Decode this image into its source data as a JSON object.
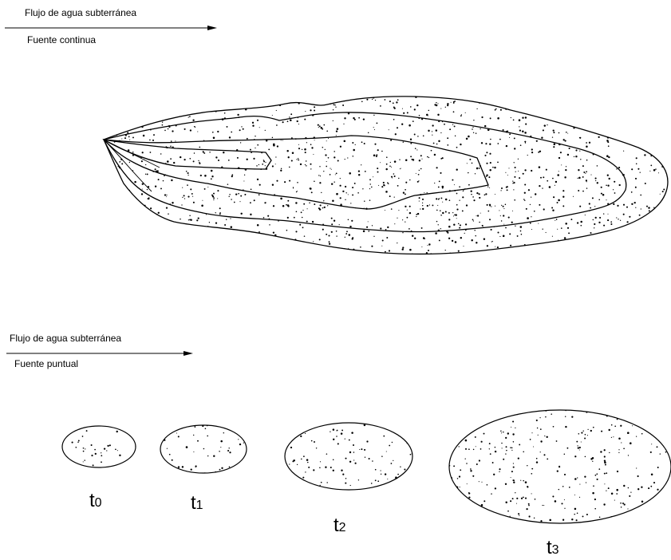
{
  "continuous_section": {
    "flow_label": "Flujo de agua subterránea",
    "source_label": "Fuente continua"
  },
  "point_section": {
    "flow_label": "Flujo de agua subterránea",
    "source_label": "Fuente puntual",
    "time_labels": [
      {
        "letter": "t",
        "sub": "0"
      },
      {
        "letter": "t",
        "sub": "1"
      },
      {
        "letter": "t",
        "sub": "2"
      },
      {
        "letter": "t",
        "sub": "3"
      }
    ]
  },
  "colors": {
    "line": "#000000",
    "background": "#ffffff"
  }
}
